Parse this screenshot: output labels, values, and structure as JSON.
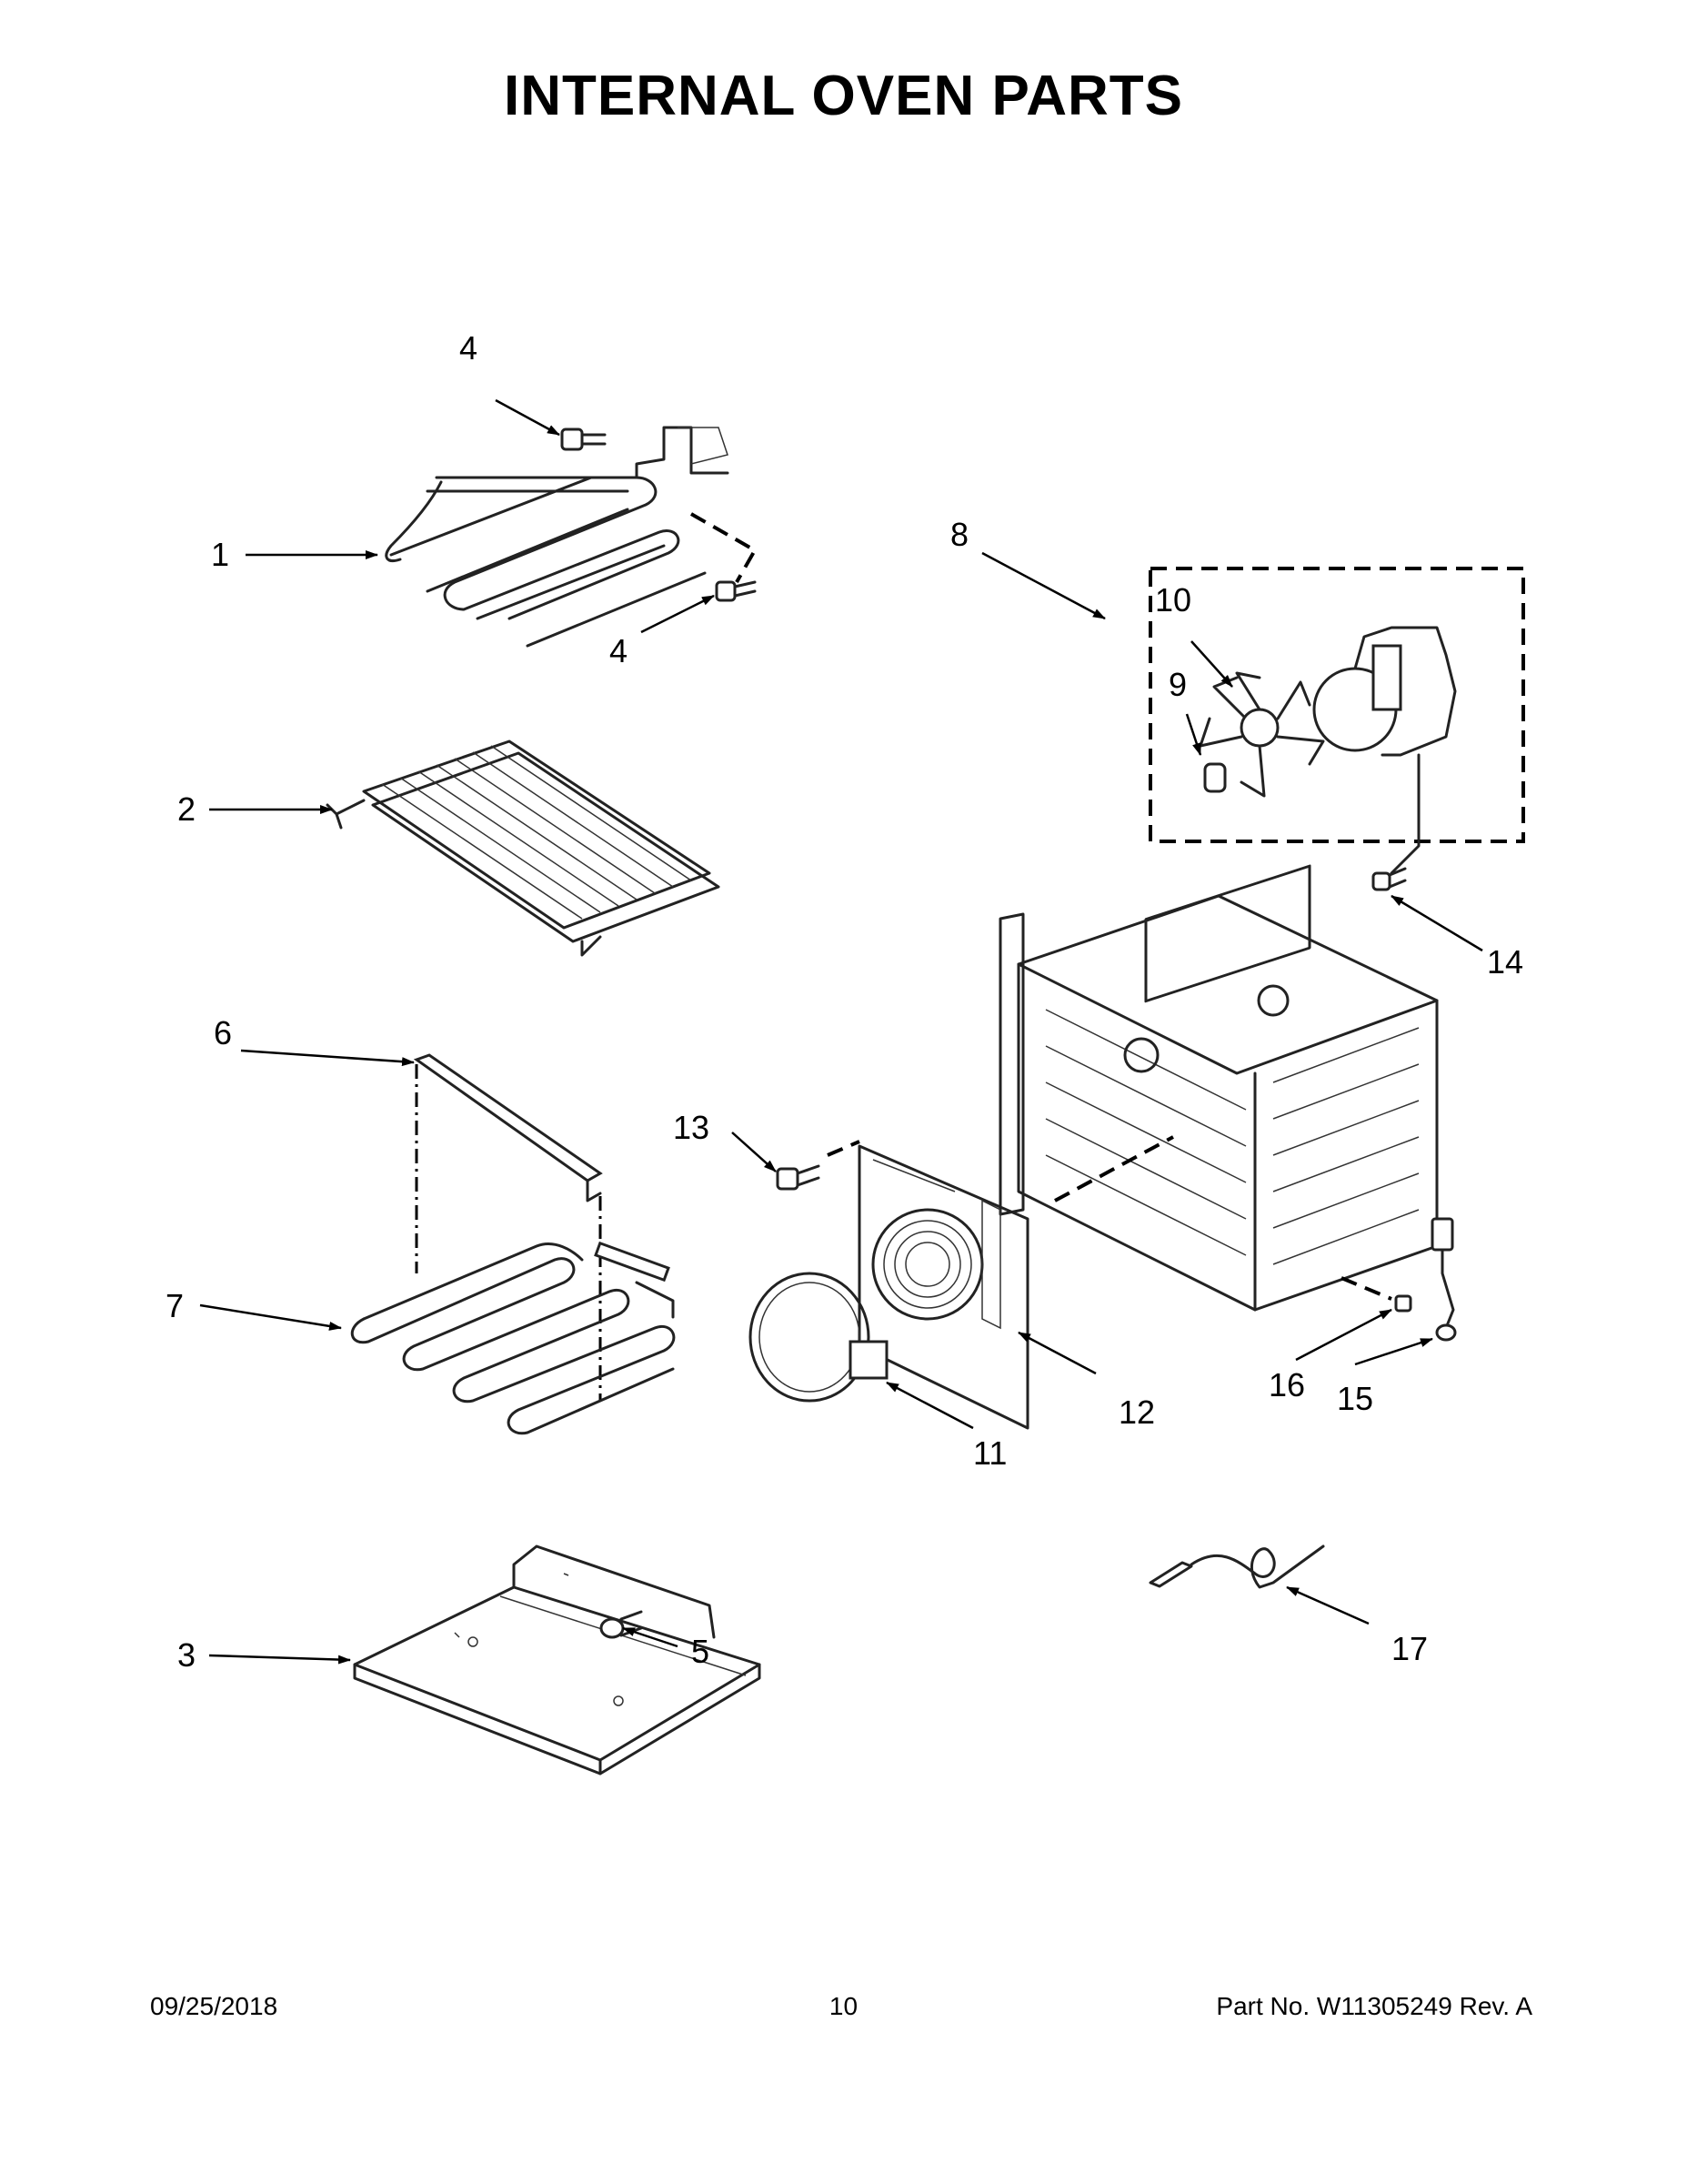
{
  "title": "INTERNAL OVEN PARTS",
  "footer": {
    "date": "09/25/2018",
    "page": "10",
    "part_no": "Part No.  W11305249  Rev.  A"
  },
  "callouts": {
    "c1": "1",
    "c2": "2",
    "c3": "3",
    "c4a": "4",
    "c4b": "4",
    "c5": "5",
    "c6": "6",
    "c7": "7",
    "c8": "8",
    "c9": "9",
    "c10": "10",
    "c11": "11",
    "c12": "12",
    "c13": "13",
    "c14": "14",
    "c15": "15",
    "c16": "16",
    "c17": "17"
  },
  "colors": {
    "ink": "#000000",
    "background": "#ffffff"
  }
}
